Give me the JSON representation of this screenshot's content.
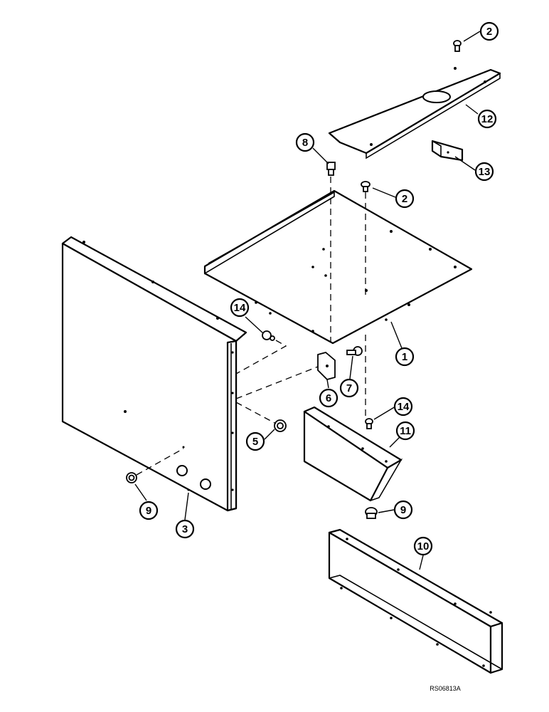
{
  "callouts": [
    {
      "id": "c2a",
      "label": "2"
    },
    {
      "id": "c12",
      "label": "12"
    },
    {
      "id": "c8",
      "label": "8"
    },
    {
      "id": "c2b",
      "label": "2"
    },
    {
      "id": "c13",
      "label": "13"
    },
    {
      "id": "c14a",
      "label": "14"
    },
    {
      "id": "c1",
      "label": "1"
    },
    {
      "id": "c7",
      "label": "7"
    },
    {
      "id": "c6",
      "label": "6"
    },
    {
      "id": "c14b",
      "label": "14"
    },
    {
      "id": "c11",
      "label": "11"
    },
    {
      "id": "c5",
      "label": "5"
    },
    {
      "id": "c9a",
      "label": "9"
    },
    {
      "id": "c3",
      "label": "3"
    },
    {
      "id": "c9b",
      "label": "9"
    },
    {
      "id": "c10",
      "label": "10"
    }
  ],
  "reference_code": "RS06813A"
}
